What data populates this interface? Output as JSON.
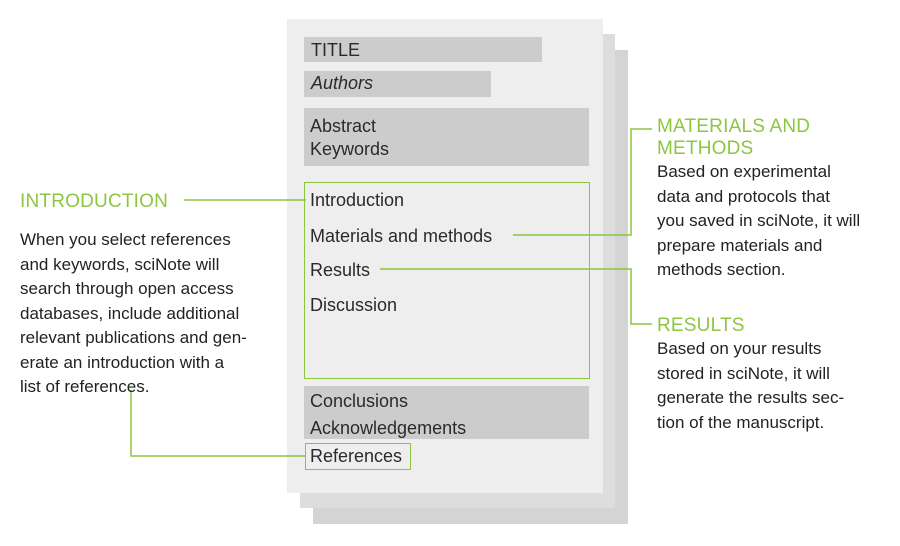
{
  "colors": {
    "accent": "#8cc63f",
    "page_front": "#eeeeee",
    "page_back_1": "#dddddd",
    "page_back_2": "#d4d4d4",
    "section_bar": "#cccccc"
  },
  "document": {
    "title": "TITLE",
    "authors": "Authors",
    "abstract": "Abstract",
    "keywords": "Keywords",
    "sections": {
      "introduction": "Introduction",
      "materials_methods": "Materials and methods",
      "results": "Results",
      "discussion": "Discussion"
    },
    "conclusions": "Conclusions",
    "acknowledgements": "Acknowledgements",
    "references": "References"
  },
  "callouts": {
    "introduction": {
      "heading": "INTRODUCTION",
      "lines": [
        "When you select references",
        "and keywords, sciNote will",
        "search through open access",
        "databases, include additional",
        "relevant publications and gen-",
        "erate an introduction with a",
        "list of references."
      ]
    },
    "materials_methods": {
      "heading_lines": [
        "MATERIALS AND",
        "METHODS"
      ],
      "lines": [
        "Based on experimental",
        "data and protocols that",
        "you saved in sciNote, it will",
        "prepare materials and",
        "methods section."
      ]
    },
    "results": {
      "heading": "RESULTS",
      "lines": [
        "Based on your results",
        "stored in sciNote, it will",
        "generate the results sec-",
        "tion of the manuscript."
      ]
    }
  }
}
